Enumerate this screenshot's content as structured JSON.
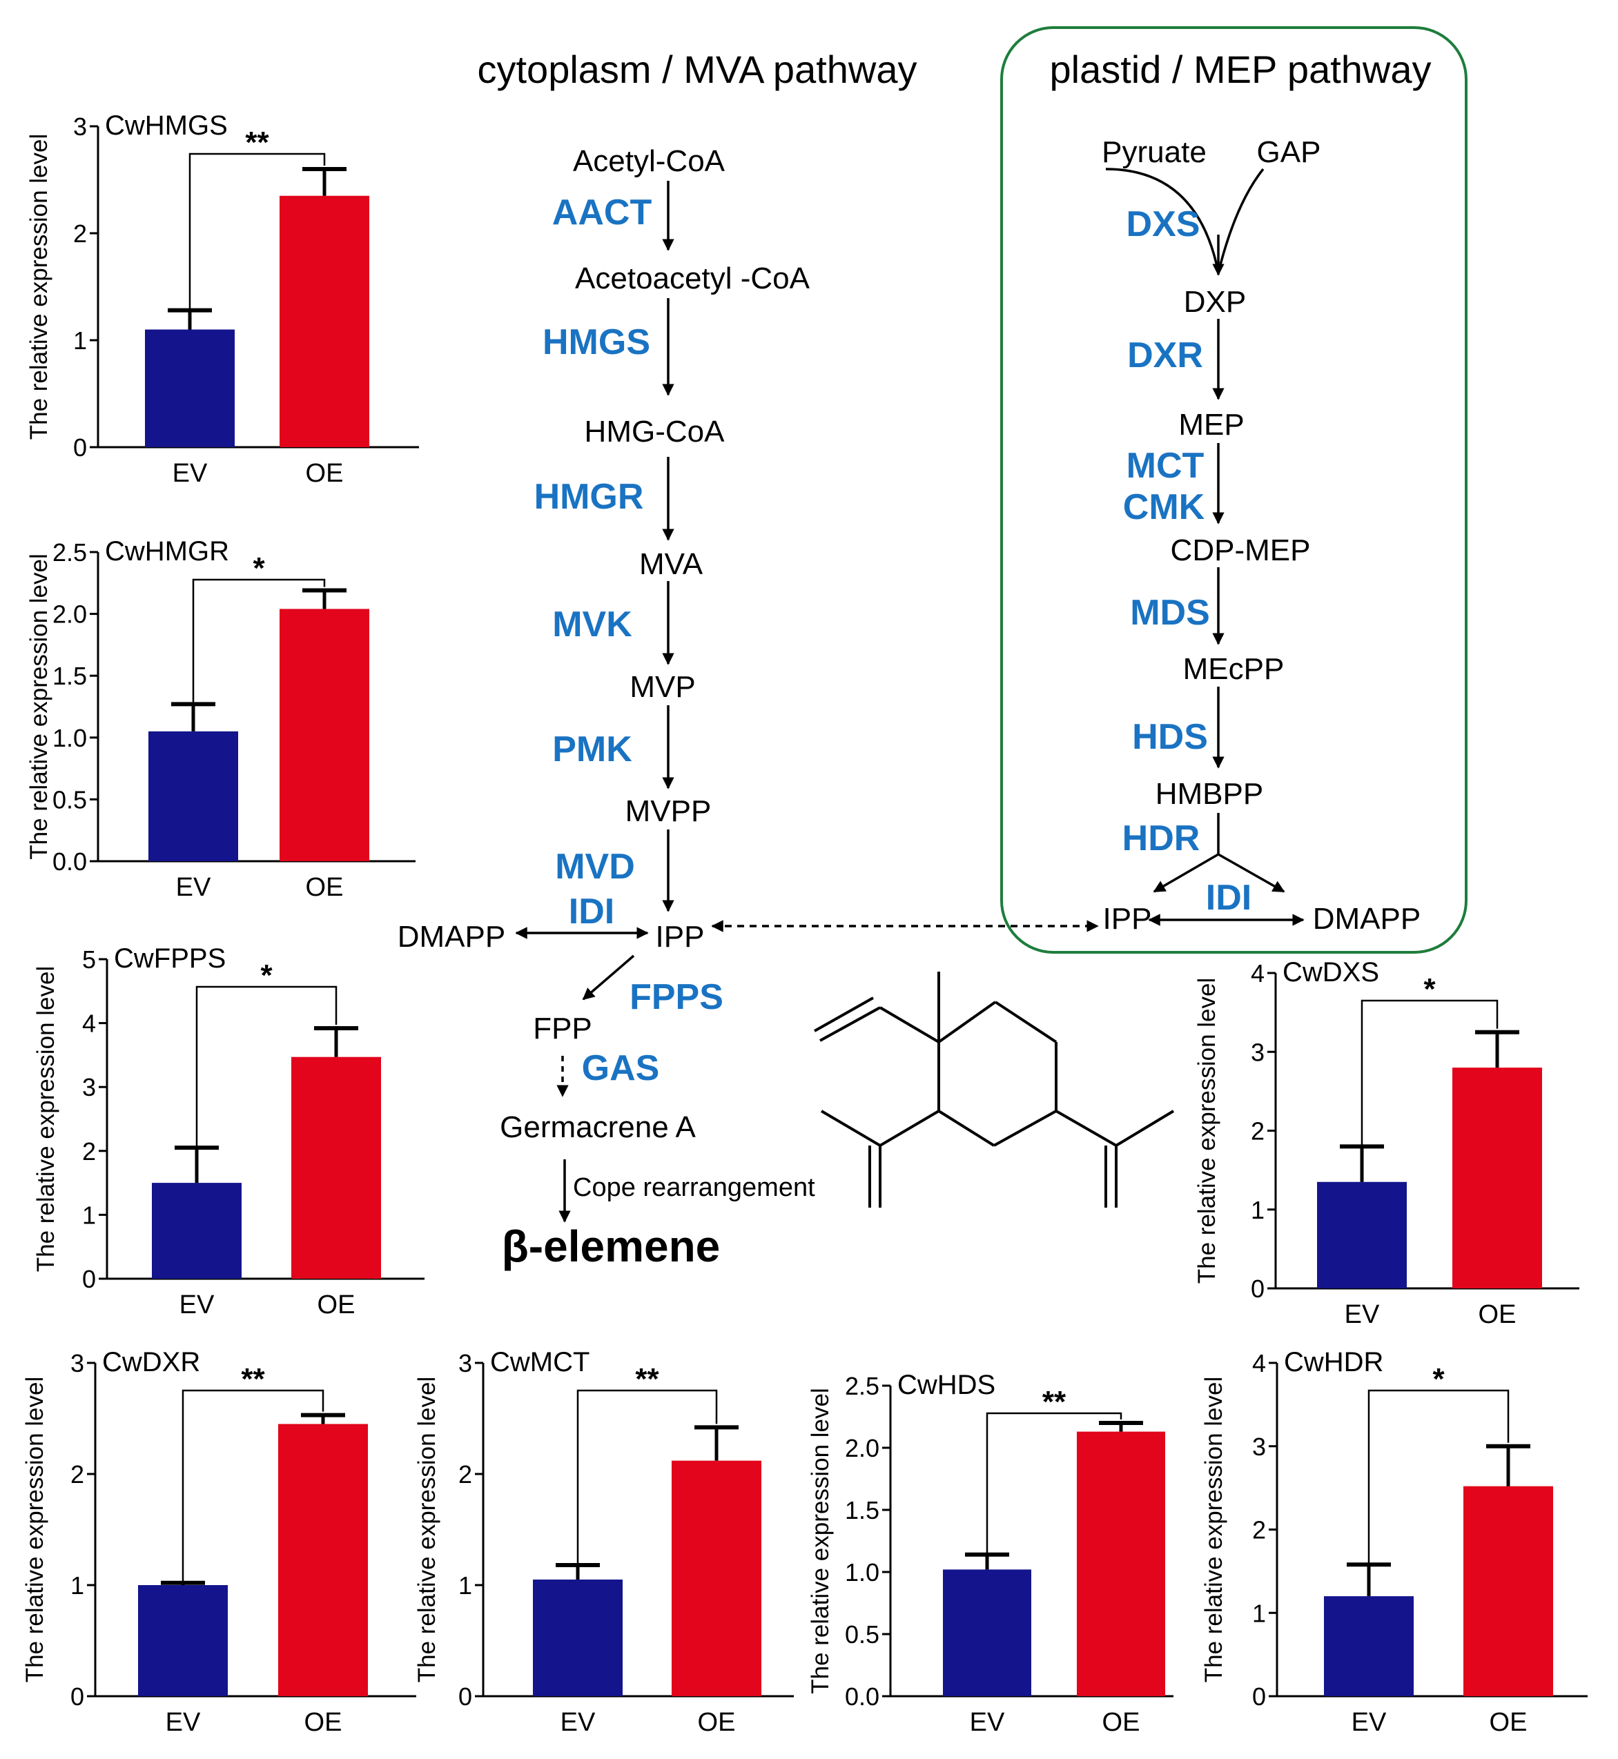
{
  "pathway": {
    "mva_title": "cytoplasm / MVA pathway",
    "mep_title": "plastid / MEP pathway",
    "mva": {
      "acetyl_coa": "Acetyl-CoA",
      "aact": "AACT",
      "acetoacetyl_coa": "Acetoacetyl -CoA",
      "hmgs": "HMGS",
      "hmg_coa": "HMG-CoA",
      "hmgr": "HMGR",
      "mva": "MVA",
      "mvk": "MVK",
      "mvp": "MVP",
      "pmk": "PMK",
      "mvpp": "MVPP",
      "mvd": "MVD",
      "idi": "IDI",
      "dmapp": "DMAPP",
      "ipp": "IPP",
      "fpps": "FPPS",
      "fpp": "FPP",
      "gas": "GAS",
      "germacrene": "Germacrene A",
      "cope": "Cope rearrangement",
      "product": "β-elemene"
    },
    "mep": {
      "pyruate": "Pyruate",
      "gap": "GAP",
      "dxs": "DXS",
      "dxp": "DXP",
      "dxr": "DXR",
      "mep": "MEP",
      "mct": "MCT",
      "cmk": "CMK",
      "cdp_mep": "CDP-MEP",
      "mds": "MDS",
      "mecpp": "MEcPP",
      "hds": "HDS",
      "hmbpp": "HMBPP",
      "hdr": "HDR",
      "ipp": "IPP",
      "idi": "IDI",
      "dmapp": "DMAPP"
    }
  },
  "colors": {
    "enzyme": "#1a73c2",
    "ev_bar": "#14148c",
    "oe_bar": "#e2051b",
    "plastid_box": "#1e7d3c"
  },
  "ylabel": "The relative expression level",
  "chart_data": [
    {
      "id": "hmgs",
      "type": "bar",
      "title": "CwHMGS",
      "categories": [
        "EV",
        "OE"
      ],
      "values": [
        1.1,
        2.35
      ],
      "errors": [
        0.18,
        0.25
      ],
      "ylim": [
        0,
        3
      ],
      "ticks": [
        "0",
        "1",
        "2",
        "3"
      ],
      "significance": "**"
    },
    {
      "id": "hmgr",
      "type": "bar",
      "title": "CwHMGR",
      "categories": [
        "EV",
        "OE"
      ],
      "values": [
        1.05,
        2.04
      ],
      "errors": [
        0.22,
        0.15
      ],
      "ylim": [
        0,
        2.5
      ],
      "ticks": [
        "0.0",
        "0.5",
        "1.0",
        "1.5",
        "2.0",
        "2.5"
      ],
      "significance": "*"
    },
    {
      "id": "fpps",
      "type": "bar",
      "title": "CwFPPS",
      "categories": [
        "EV",
        "OE"
      ],
      "values": [
        1.5,
        3.47
      ],
      "errors": [
        0.55,
        0.45
      ],
      "ylim": [
        0,
        5
      ],
      "ticks": [
        "0",
        "1",
        "2",
        "3",
        "4",
        "5"
      ],
      "significance": "*"
    },
    {
      "id": "dxs",
      "type": "bar",
      "title": "CwDXS",
      "categories": [
        "EV",
        "OE"
      ],
      "values": [
        1.35,
        2.8
      ],
      "errors": [
        0.45,
        0.45
      ],
      "ylim": [
        0,
        4
      ],
      "ticks": [
        "0",
        "1",
        "2",
        "3",
        "4"
      ],
      "significance": "*"
    },
    {
      "id": "dxr",
      "type": "bar",
      "title": "CwDXR",
      "categories": [
        "EV",
        "OE"
      ],
      "values": [
        1.0,
        2.45
      ],
      "errors": [
        0.02,
        0.08
      ],
      "ylim": [
        0,
        3
      ],
      "ticks": [
        "0",
        "1",
        "2",
        "3"
      ],
      "significance": "**"
    },
    {
      "id": "mct",
      "type": "bar",
      "title": "CwMCT",
      "categories": [
        "EV",
        "OE"
      ],
      "values": [
        1.05,
        2.12
      ],
      "errors": [
        0.13,
        0.3
      ],
      "ylim": [
        0,
        3
      ],
      "ticks": [
        "0",
        "1",
        "2",
        "3"
      ],
      "significance": "**"
    },
    {
      "id": "hds",
      "type": "bar",
      "title": "CwHDS",
      "categories": [
        "EV",
        "OE"
      ],
      "values": [
        1.02,
        2.13
      ],
      "errors": [
        0.12,
        0.07
      ],
      "ylim": [
        0,
        2.5
      ],
      "ticks": [
        "0.0",
        "0.5",
        "1.0",
        "1.5",
        "2.0",
        "2.5"
      ],
      "significance": "**"
    },
    {
      "id": "hdr",
      "type": "bar",
      "title": "CwHDR",
      "categories": [
        "EV",
        "OE"
      ],
      "values": [
        1.2,
        2.52
      ],
      "errors": [
        0.38,
        0.48
      ],
      "ylim": [
        0,
        4
      ],
      "ticks": [
        "0",
        "1",
        "2",
        "3",
        "4"
      ],
      "significance": "*"
    }
  ]
}
